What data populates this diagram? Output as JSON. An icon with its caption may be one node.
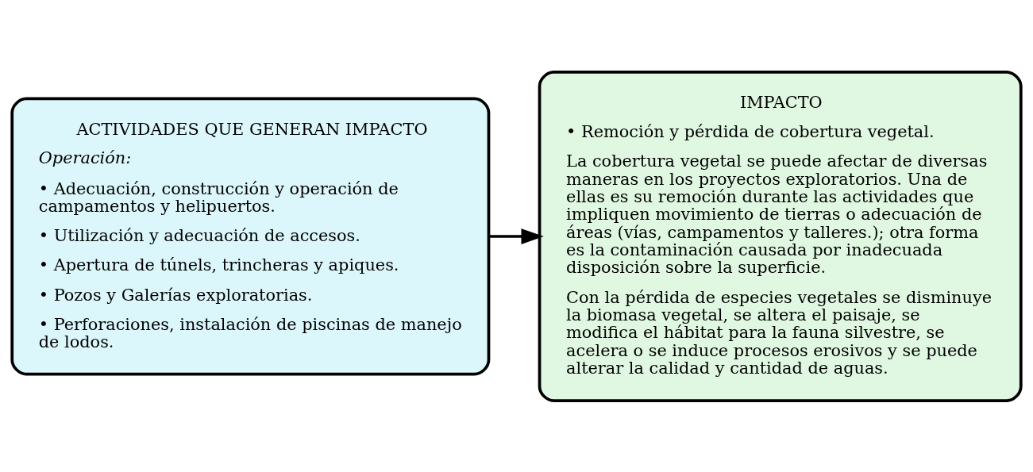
{
  "diagram": {
    "nodes": [
      {
        "text": [
          "ACTIVIDADES QUE GENERAN IMPACTO",
          "Operación:",
          "• Adecuación, construcción y operación de campamentos y helipuertos.",
          "• Utilización y adecuación de accesos.",
          "• Apertura de túnels, trincheras y apiques.",
          "• Pozos y Galerías exploratorias.",
          "• Perforaciones, instalación de piscinas de manejo de lodos."
        ]
      },
      {
        "text": [
          "IMPACTO",
          "• Remoción y pérdida de cobertura vegetal.",
          "La cobertura vegetal se puede afectar de diversas maneras en los proyectos exploratorios. Una de ellas es su remoción durante las actividades que impliquen movimiento de tierras o adecuación de áreas (vías, campamentos y talleres.); otra forma es la contaminación causada por inadecuada disposición sobre la superficie.",
          "Con la pérdida de especies vegetales se disminuye la biomasa vegetal, se altera el paisaje, se modifica el hábitat para la fauna silvestre, se acelera o se induce procesos erosivos y se puede alterar la calidad y cantidad de aguas."
        ]
      }
    ],
    "edges": [
      {
        "from": 0,
        "to": 1,
        "arrow": "to"
      }
    ]
  }
}
